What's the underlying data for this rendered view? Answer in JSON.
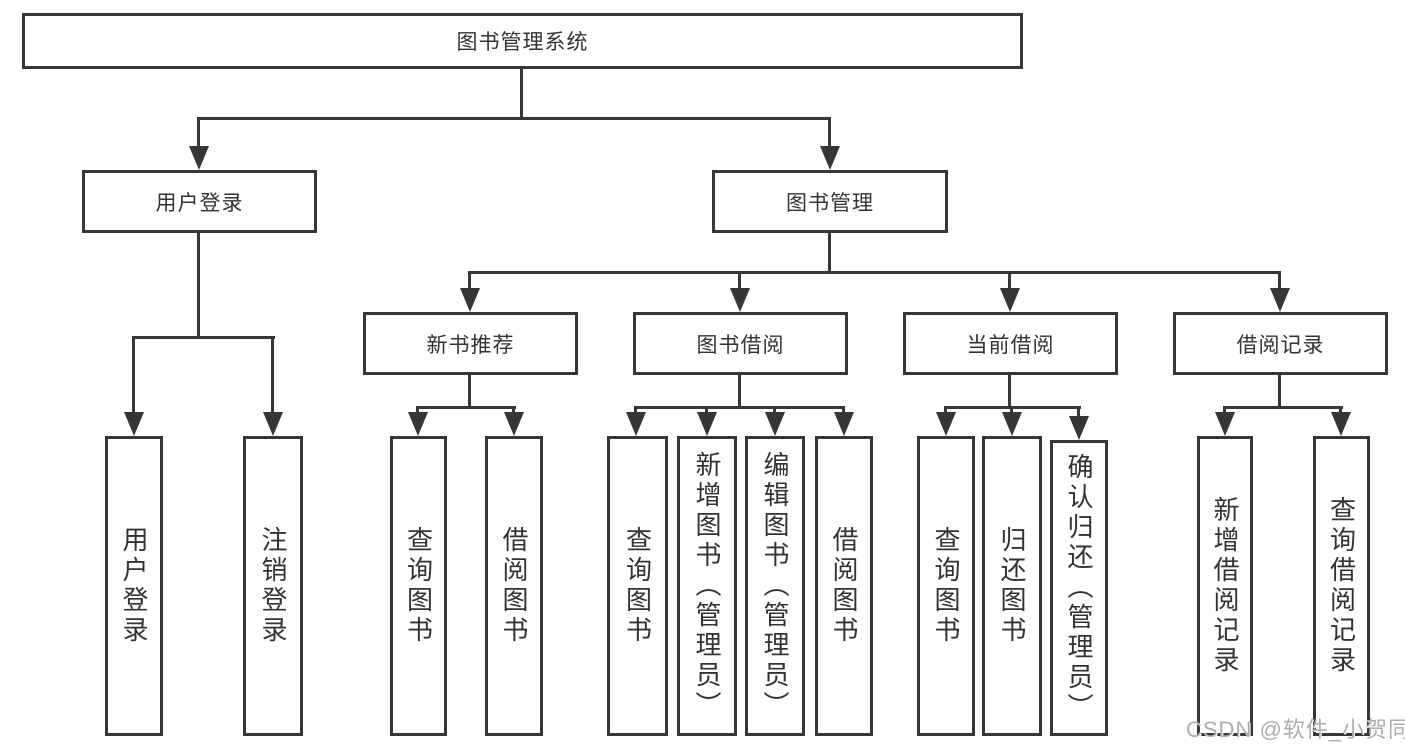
{
  "root": {
    "label": "图书管理系统"
  },
  "login": {
    "label": "用户登录",
    "children": [
      {
        "label": "用户登录"
      },
      {
        "label": "注销登录"
      }
    ]
  },
  "management": {
    "label": "图书管理",
    "groups": [
      {
        "label": "新书推荐",
        "children": [
          {
            "label": "查询图书"
          },
          {
            "label": "借阅图书"
          }
        ]
      },
      {
        "label": "图书借阅",
        "children": [
          {
            "label": "查询图书"
          },
          {
            "label": "新增图书（管理员）"
          },
          {
            "label": "编辑图书（管理员）"
          },
          {
            "label": "借阅图书"
          }
        ]
      },
      {
        "label": "当前借阅",
        "children": [
          {
            "label": "查询图书"
          },
          {
            "label": "归还图书"
          },
          {
            "label": "确认归还（管理员）"
          }
        ]
      },
      {
        "label": "借阅记录",
        "children": [
          {
            "label": "新增借阅记录"
          },
          {
            "label": "查询借阅记录"
          }
        ]
      }
    ]
  },
  "watermark": "CSDN @软件_小贺同学",
  "colors": {
    "line": "#363636",
    "box_border": "#363636",
    "box_fill": "#ffffff",
    "text": "#333333",
    "watermark": "#aeaeae"
  }
}
